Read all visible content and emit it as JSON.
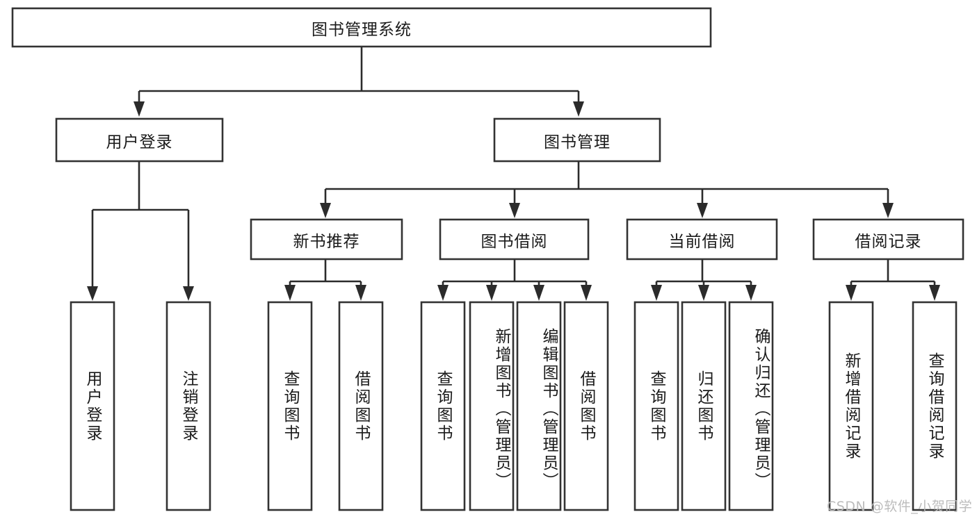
{
  "diagram": {
    "type": "tree-hierarchy",
    "orientation": "top-down",
    "root": {
      "label": "图书管理系统"
    },
    "level2": [
      {
        "label": "用户登录"
      },
      {
        "label": "图书管理"
      }
    ],
    "level3": [
      {
        "label": "新书推荐"
      },
      {
        "label": "图书借阅"
      },
      {
        "label": "当前借阅"
      },
      {
        "label": "借阅记录"
      }
    ],
    "leaves": {
      "user_login": [
        {
          "label": "用户登录"
        },
        {
          "label": "注销登录"
        }
      ],
      "new_book": [
        {
          "label": "查询图书"
        },
        {
          "label": "借阅图书"
        }
      ],
      "book_borrow": [
        {
          "label": "查询图书"
        },
        {
          "label": "新增图书（管理员）"
        },
        {
          "label": "编辑图书（管理员）"
        },
        {
          "label": "借阅图书"
        }
      ],
      "current_borrow": [
        {
          "label": "查询图书"
        },
        {
          "label": "归还图书"
        },
        {
          "label": "确认归还（管理员）"
        }
      ],
      "borrow_record": [
        {
          "label": "新增借阅记录"
        },
        {
          "label": "查询借阅记录"
        }
      ]
    }
  },
  "watermark": {
    "text": "CSDN @软件_小贺同学"
  },
  "colors": {
    "box_stroke": "#333333",
    "line": "#2b2b2b",
    "text": "#1a1a1a",
    "background": "#ffffff",
    "watermark": "#b9b9b9"
  }
}
